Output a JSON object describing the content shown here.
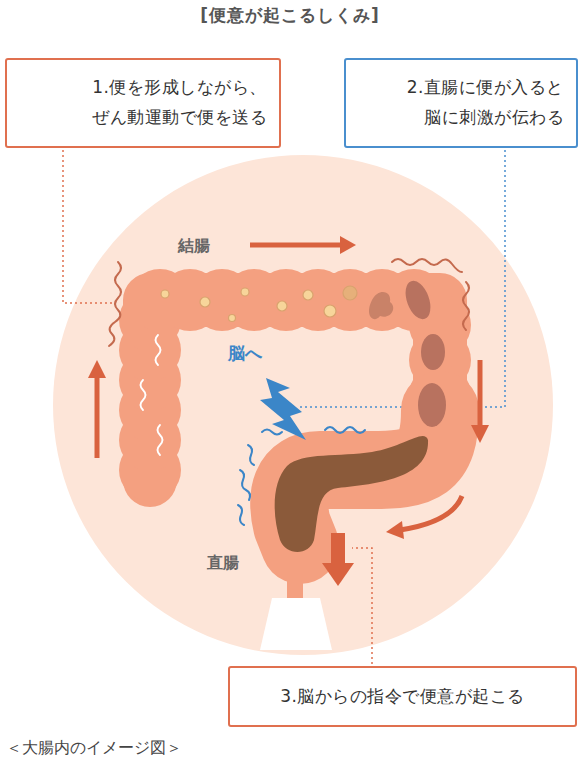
{
  "diagram": {
    "title": "[便意が起こるしくみ]",
    "caption": "＜大腸内のイメージ図＞",
    "nodes": [
      {
        "text": [
          "1.便を形成しながら、 ぜん動運動で便を送る"
        ]
      },
      {
        "text": [
          "2.直腸に便が入ると 脳に刺激が伝わる"
        ]
      },
      {
        "text": [
          "3.脳からの指令で便意が起こる"
        ]
      }
    ],
    "edges": [],
    "labels": [
      "結腸",
      "脳へ",
      "直腸"
    ]
  }
}
